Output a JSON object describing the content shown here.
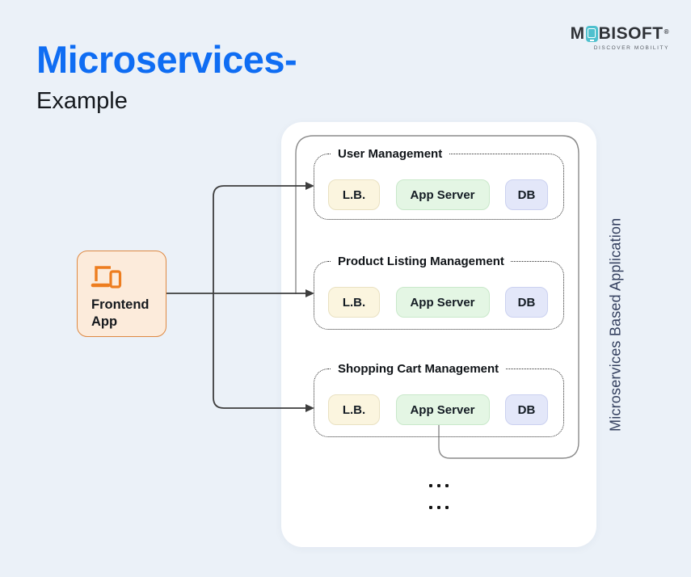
{
  "header": {
    "title": "Microservices-",
    "subtitle": "Example"
  },
  "logo": {
    "word_start": "M",
    "word_end": "BISOFT",
    "registered": "®",
    "tagline": "DISCOVER MOBILITY"
  },
  "frontend": {
    "line1": "Frontend",
    "line2": "App"
  },
  "panel": {
    "side_label": "Microservices Based Application",
    "groups": [
      {
        "title": "User Management",
        "nodes": [
          {
            "label": "L.B."
          },
          {
            "label": "App Server"
          },
          {
            "label": "DB"
          }
        ]
      },
      {
        "title": "Product Listing Management",
        "nodes": [
          {
            "label": "L.B."
          },
          {
            "label": "App Server"
          },
          {
            "label": "DB"
          }
        ]
      },
      {
        "title": "Shopping Cart Management",
        "nodes": [
          {
            "label": "L.B."
          },
          {
            "label": "App Server"
          },
          {
            "label": "DB"
          }
        ]
      }
    ],
    "ellipsis": "..."
  },
  "colors": {
    "background": "#EBF1F8",
    "title_blue": "#0F6DF3",
    "text_dark": "#15191E",
    "card_white": "#FFFFFF",
    "loop_line_gray": "#8A8A8A",
    "arrow_dark": "#3D3D3D",
    "frontend_bg": "#FCEBDB",
    "frontend_border": "#DE8943",
    "frontend_icon_orange": "#ED7D1F",
    "lb_bg": "#FBF5DF",
    "app_server_bg": "#E4F6E4",
    "db_bg": "#E3E7F9",
    "side_label_navy": "#333F5E",
    "logo_teal": "#4FC0CE"
  }
}
